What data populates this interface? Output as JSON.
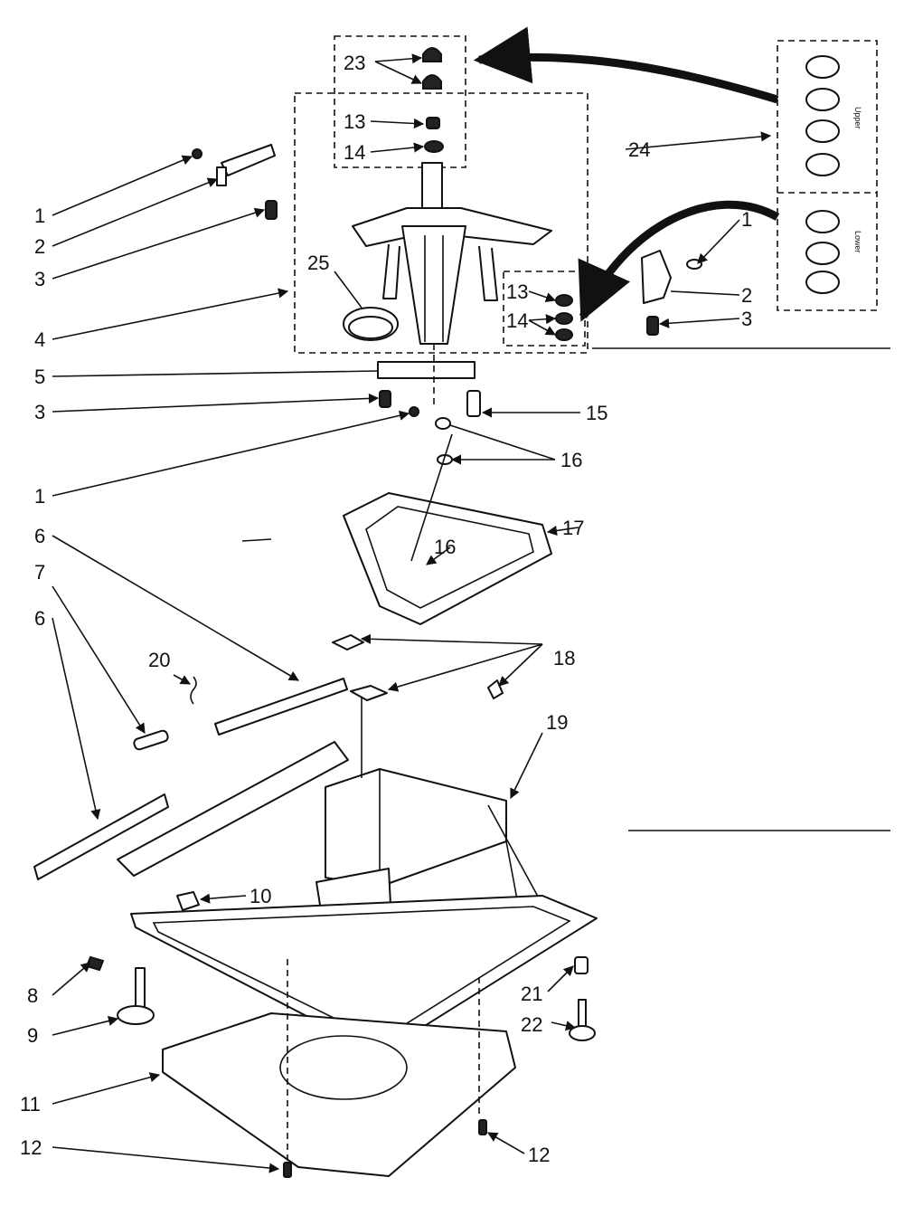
{
  "diagram": {
    "callouts": [
      "1",
      "2",
      "3",
      "4",
      "5",
      "6",
      "7",
      "8",
      "9",
      "10",
      "11",
      "12",
      "13",
      "14",
      "15",
      "16",
      "17",
      "18",
      "19",
      "20",
      "21",
      "22",
      "23",
      "24",
      "25"
    ],
    "inset_labels": {
      "upper": "Upper",
      "lower": "Lower"
    }
  }
}
